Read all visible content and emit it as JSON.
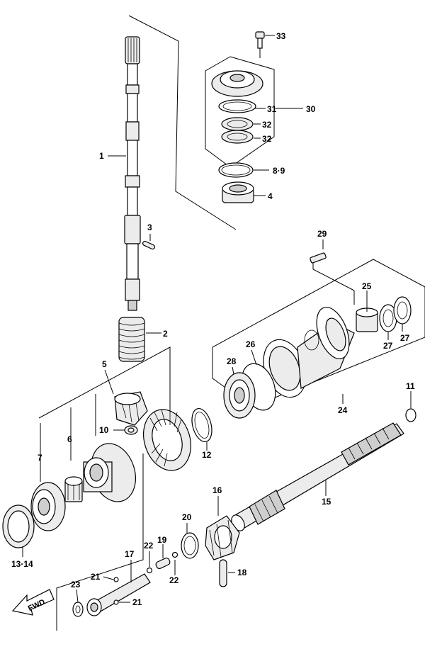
{
  "diagram": {
    "labels": {
      "l1": "1",
      "l2": "2",
      "l3": "3",
      "l4": "4",
      "l5": "5",
      "l6": "6",
      "l7": "7",
      "l89": "8·9",
      "l10": "10",
      "l11": "11",
      "l12": "12",
      "l1314": "13·14",
      "l15": "15",
      "l16": "16",
      "l17": "17",
      "l18": "18",
      "l19": "19",
      "l20": "20",
      "l21a": "21",
      "l21b": "21",
      "l22a": "22",
      "l22b": "22",
      "l23": "23",
      "l24": "24",
      "l25": "25",
      "l26": "26",
      "l27a": "27",
      "l27b": "27",
      "l28": "28",
      "l29": "29",
      "l30": "30",
      "l31": "31",
      "l32a": "32",
      "l32b": "32",
      "l33": "33"
    },
    "fwd_label": "FWD"
  }
}
